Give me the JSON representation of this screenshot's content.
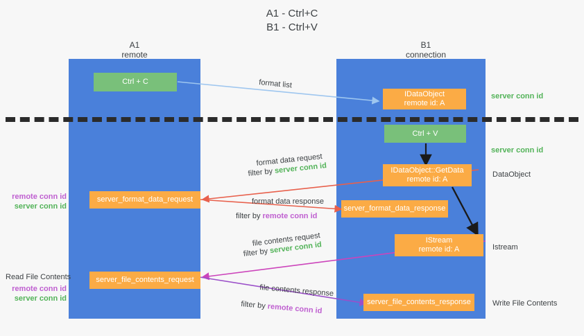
{
  "title": "A1 - Ctrl+C\nB1 - Ctrl+V",
  "columns": {
    "a": {
      "name": "A1",
      "role": "remote",
      "text": "A1\nremote"
    },
    "b": {
      "name": "B1",
      "role": "connection",
      "text": "B1\nconnection"
    }
  },
  "colors": {
    "lane": "#4a80da",
    "green_box": "#79c07a",
    "orange_box": "#fbab45",
    "server_conn": "#53b359",
    "remote_conn": "#bf5fd0",
    "arrow_blue": "#9ec6ef",
    "arrow_red": "#e8604c",
    "arrow_magenta": "#cc44bb",
    "arrow_purple": "#9b4fc9",
    "arrow_black": "#1a1a1a",
    "background": "#f7f7f7",
    "divider": "#2b2b2b"
  },
  "nodes": {
    "ctrl_c": "Ctrl + C",
    "ctrl_v": "Ctrl + V",
    "data_object_remote": "IDataObject\nremote id: A",
    "get_data": "IDataObject::GetData\nremote id: A",
    "istream": "IStream\nremote id: A",
    "server_format_data_request": "server_format_data_request",
    "server_format_data_response": "server_format_data_response",
    "server_file_contents_request": "server_file_contents_request",
    "server_file_contents_response": "server_file_contents_response"
  },
  "right_labels": {
    "server_conn_id_top": "server conn id",
    "server_conn_id_mid": "server conn id",
    "data_object": "DataObject",
    "istream": "Istream",
    "write_file_contents": "Write File Contents"
  },
  "left_labels": {
    "read_file_contents": "Read File Contents",
    "remote_conn_id": "remote conn id",
    "server_conn_id": "server conn id"
  },
  "edges": {
    "format_list": "format list",
    "format_data_request": "format data request",
    "format_data_request_filter_prefix": "filter by ",
    "format_data_request_filter_value": "server conn id",
    "format_data_response": "format data response",
    "format_data_response_filter_prefix": "filter by ",
    "format_data_response_filter_value": "remote conn id",
    "file_contents_request": "file contents request",
    "file_contents_request_filter_prefix": "filter by ",
    "file_contents_request_filter_value": "server conn id",
    "file_contents_response": "file contents response",
    "file_contents_response_filter_prefix": "filter by ",
    "file_contents_response_filter_value": "remote conn id"
  }
}
